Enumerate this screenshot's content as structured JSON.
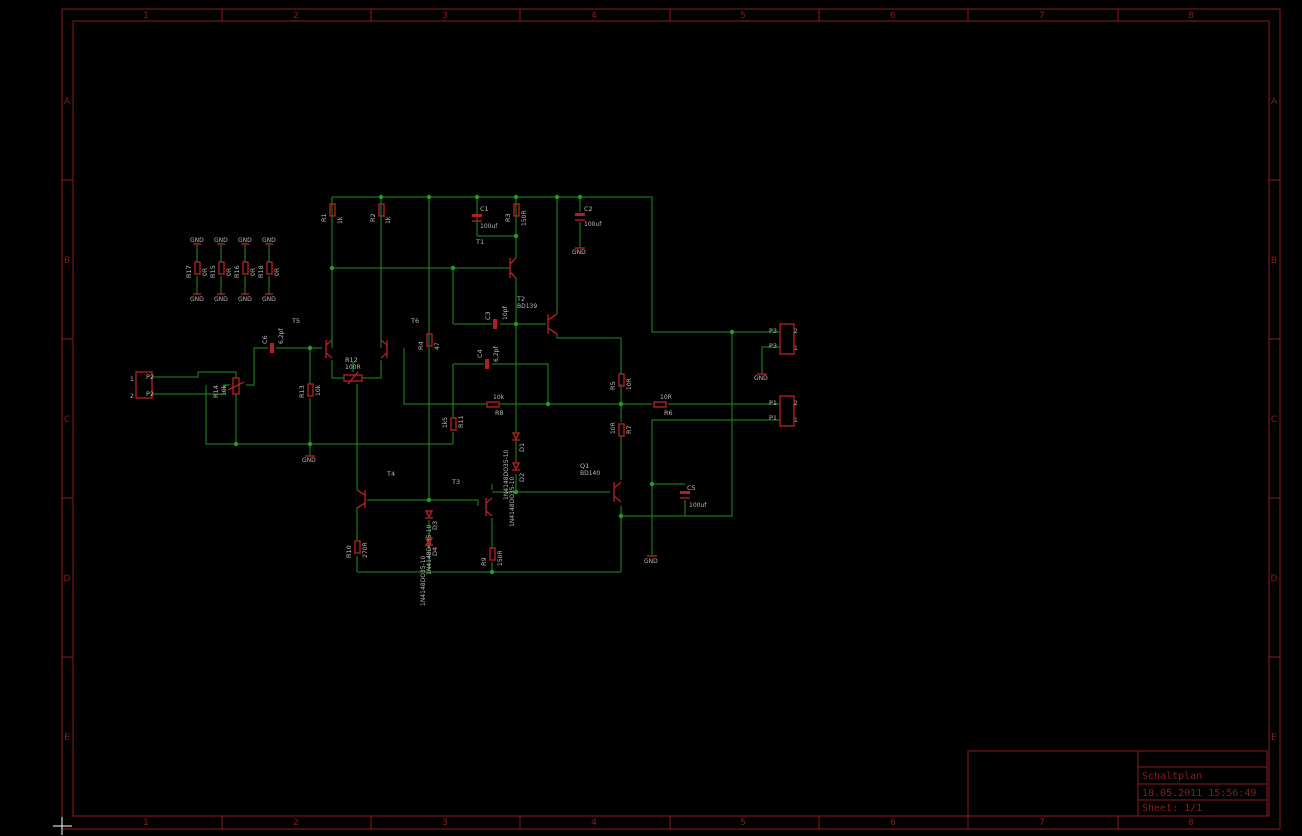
{
  "frame": {
    "columns": [
      "1",
      "2",
      "3",
      "4",
      "5",
      "6",
      "7",
      "8"
    ],
    "rows": [
      "A",
      "B",
      "C",
      "D",
      "E"
    ]
  },
  "title_block": {
    "title": "Schaltplan",
    "date": "18.05.2011 15:56:49",
    "sheet": "Sheet: 1/1"
  },
  "parts": {
    "resistors": [
      {
        "ref": "R1",
        "value": "1k"
      },
      {
        "ref": "R2",
        "value": "1k"
      },
      {
        "ref": "R3",
        "value": "150R"
      },
      {
        "ref": "R4",
        "value": "47"
      },
      {
        "ref": "R5",
        "value": "10R"
      },
      {
        "ref": "R6",
        "value": "10R"
      },
      {
        "ref": "R7",
        "value": "10R"
      },
      {
        "ref": "R8",
        "value": "10k"
      },
      {
        "ref": "R9",
        "value": "150R"
      },
      {
        "ref": "R10",
        "value": "270R"
      },
      {
        "ref": "R11",
        "value": "1k5"
      },
      {
        "ref": "R12",
        "value": "100R"
      },
      {
        "ref": "R13",
        "value": "10k"
      },
      {
        "ref": "R14",
        "value": "10k"
      },
      {
        "ref": "R15",
        "value": "0R"
      },
      {
        "ref": "R16",
        "value": "0R"
      },
      {
        "ref": "R17",
        "value": "0R"
      },
      {
        "ref": "R18",
        "value": "0R"
      }
    ],
    "capacitors": [
      {
        "ref": "C1",
        "value": "100uf"
      },
      {
        "ref": "C2",
        "value": "100uf"
      },
      {
        "ref": "C3",
        "value": "10pf"
      },
      {
        "ref": "C4",
        "value": "6,2pf"
      },
      {
        "ref": "C5",
        "value": "100uf"
      },
      {
        "ref": "C6",
        "value": "6,2pf"
      }
    ],
    "transistors": [
      {
        "ref": "T1",
        "value": ""
      },
      {
        "ref": "T2",
        "value": "BD139"
      },
      {
        "ref": "T3",
        "value": ""
      },
      {
        "ref": "T4",
        "value": ""
      },
      {
        "ref": "T5",
        "value": ""
      },
      {
        "ref": "T6",
        "value": ""
      },
      {
        "ref": "Q1",
        "value": "BD140"
      }
    ],
    "diodes": [
      {
        "ref": "D1",
        "value": "1N4148DO35-10"
      },
      {
        "ref": "D2",
        "value": "1N4148DO35-10"
      },
      {
        "ref": "D3",
        "value": "1N4148DO35-10"
      },
      {
        "ref": "D4",
        "value": "1N4148DO35-10"
      }
    ],
    "connectors": [
      {
        "ref": "P1",
        "pins": [
          "1",
          "2"
        ]
      },
      {
        "ref": "P2",
        "pins": [
          "1",
          "2"
        ]
      },
      {
        "ref": "P3",
        "pins": [
          "1",
          "2"
        ]
      }
    ],
    "supply_label": "GND"
  }
}
